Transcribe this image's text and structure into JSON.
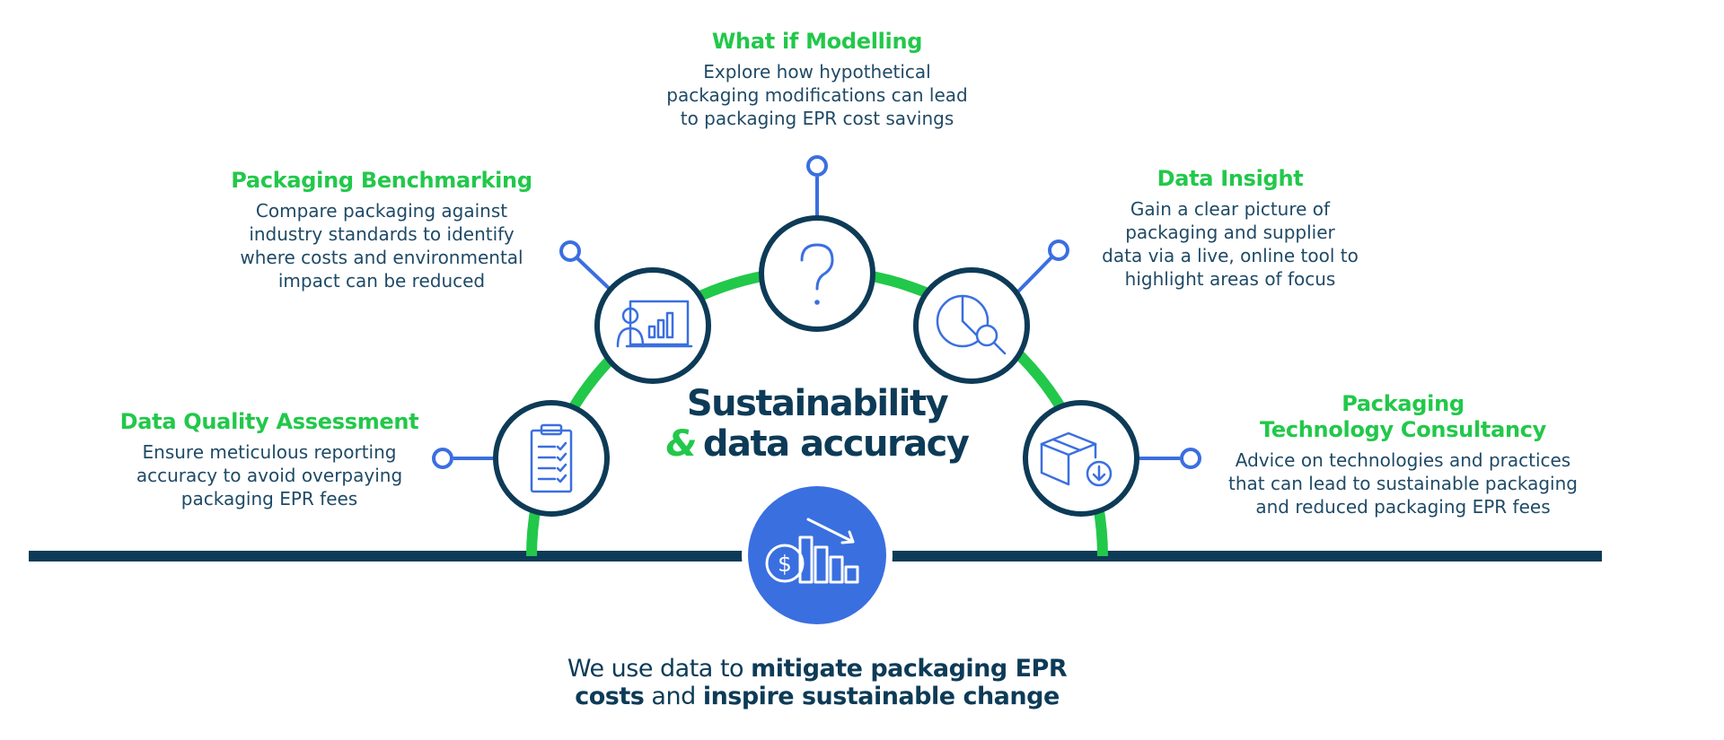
{
  "colors": {
    "navy": "#0d3b57",
    "green": "#22c84a",
    "blue": "#3a6fe0",
    "text": "#1f4a66"
  },
  "center": {
    "line1": "Sustainability",
    "amp": "&",
    "line2": "data accuracy",
    "icon": "money-chart-down-icon"
  },
  "nodes": [
    {
      "id": "data-quality-assessment",
      "heading": "Data Quality Assessment",
      "desc": [
        "Ensure meticulous reporting",
        "accuracy to avoid overpaying",
        "packaging EPR fees"
      ],
      "icon": "clipboard-checklist-icon"
    },
    {
      "id": "packaging-benchmarking",
      "heading": "Packaging Benchmarking",
      "desc": [
        "Compare packaging against",
        "industry standards to identify",
        "where costs and environmental",
        "impact can be reduced"
      ],
      "icon": "presentation-chart-icon"
    },
    {
      "id": "what-if-modelling",
      "heading": "What if Modelling",
      "desc": [
        "Explore how hypothetical",
        "packaging modifications can lead",
        "to packaging EPR cost savings"
      ],
      "icon": "question-mark-icon"
    },
    {
      "id": "data-insight",
      "heading": "Data Insight",
      "desc": [
        "Gain a clear picture of",
        "packaging and supplier",
        "data via a live, online tool to",
        "highlight areas of focus"
      ],
      "icon": "pie-chart-magnifier-icon"
    },
    {
      "id": "packaging-technology-consultancy",
      "heading": [
        "Packaging",
        "Technology Consultancy"
      ],
      "desc": [
        "Advice on technologies and practices",
        "that can lead to sustainable packaging",
        "and reduced packaging EPR fees"
      ],
      "icon": "box-download-icon"
    }
  ],
  "tagline": {
    "p1": "We use data to ",
    "b1": "mitigate packaging EPR",
    "b2": "costs",
    "p2": " and ",
    "b3": "inspire sustainable change"
  }
}
